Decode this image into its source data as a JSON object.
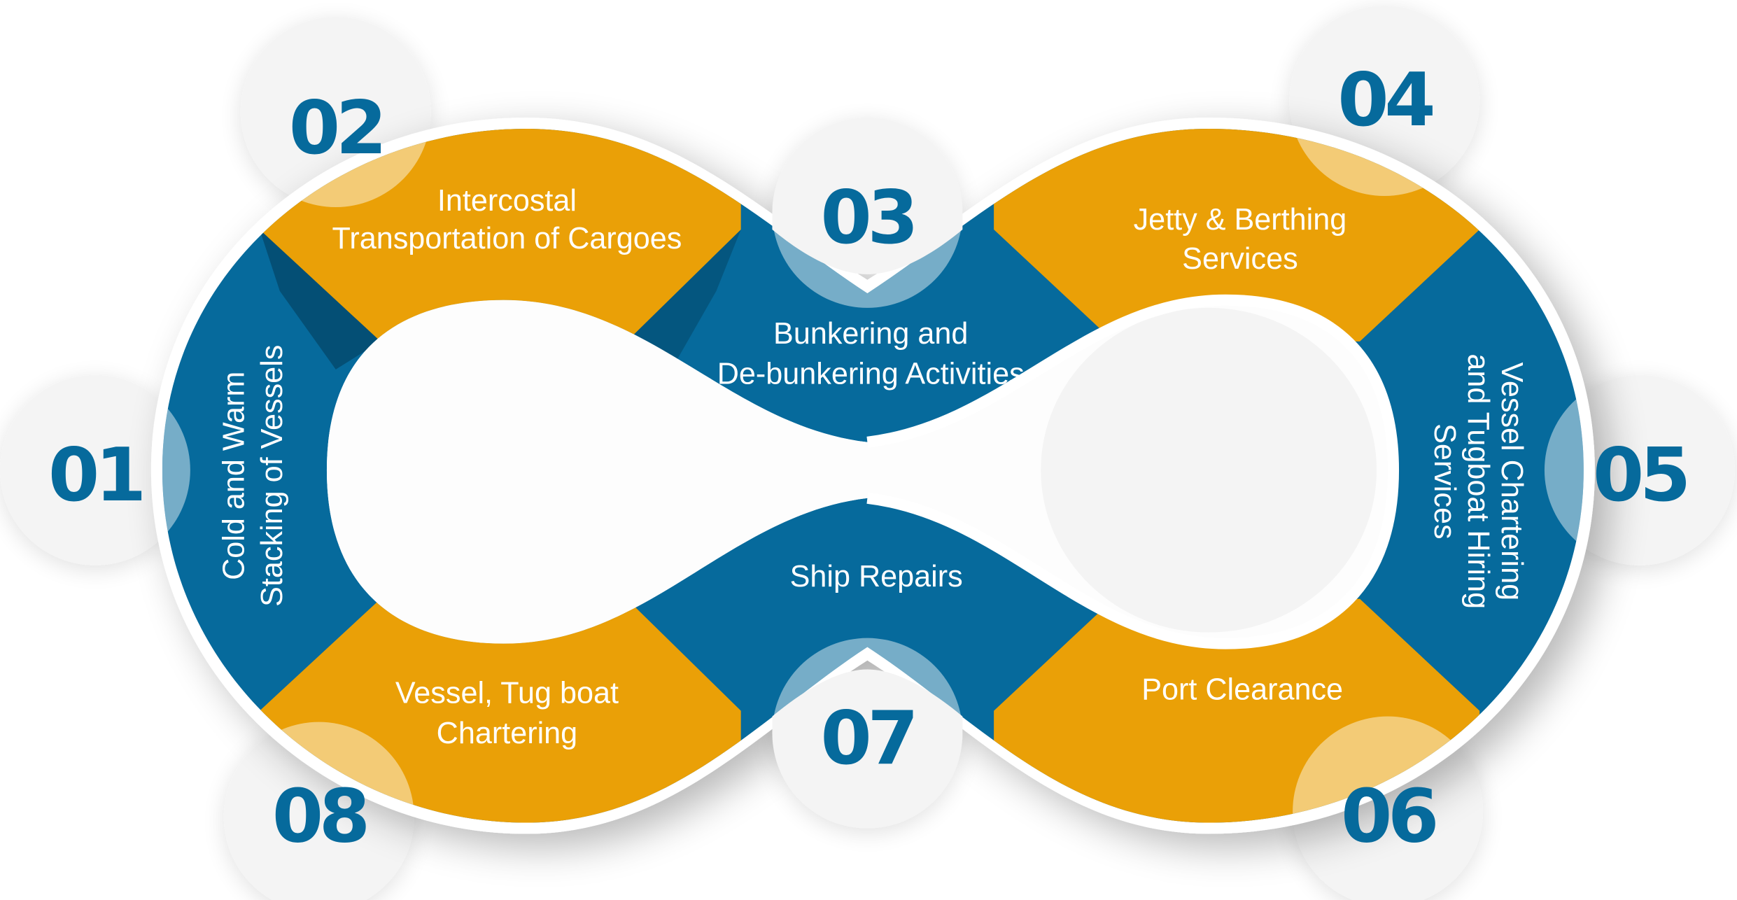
{
  "colors": {
    "blue": "#066A9C",
    "orange": "#EAA007",
    "circle": "#F4F4F4",
    "white": "#FFFFFF"
  },
  "steps": [
    {
      "number": "01",
      "label_lines": [
        "Cold and Warm",
        "Stacking of Vessels"
      ],
      "segment_color": "blue"
    },
    {
      "number": "02",
      "label_lines": [
        "Intercostal",
        "Transportation of Cargoes"
      ],
      "segment_color": "orange"
    },
    {
      "number": "03",
      "label_lines": [
        "Bunkering and",
        "De-bunkering Activities"
      ],
      "segment_color": "blue"
    },
    {
      "number": "04",
      "label_lines": [
        "Jetty & Berthing",
        "Services"
      ],
      "segment_color": "orange"
    },
    {
      "number": "05",
      "label_lines": [
        "Vessel Chartering",
        "and Tugboat Hiring",
        "Services"
      ],
      "segment_color": "blue"
    },
    {
      "number": "06",
      "label_lines": [
        "Port Clearance"
      ],
      "segment_color": "orange"
    },
    {
      "number": "07",
      "label_lines": [
        "Ship Repairs"
      ],
      "segment_color": "blue"
    },
    {
      "number": "08",
      "label_lines": [
        "Vessel, Tug boat",
        "Chartering"
      ],
      "segment_color": "orange"
    }
  ]
}
